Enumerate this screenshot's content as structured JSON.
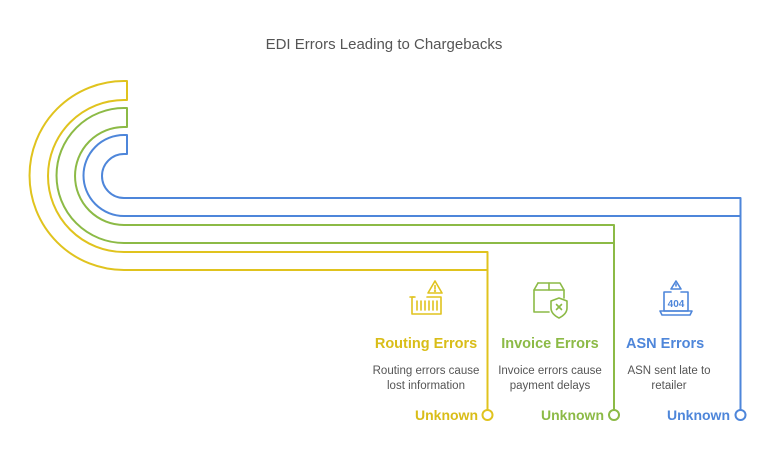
{
  "title": "EDI Errors Leading to Chargebacks",
  "colors": {
    "routing": "#E0C31E",
    "invoice": "#8CBA46",
    "asn": "#4E86DA",
    "text": "#555555"
  },
  "items": [
    {
      "key": "routing",
      "heading": "Routing Errors",
      "description": "Routing errors cause lost information",
      "status": "Unknown",
      "icon": "container-warning-icon"
    },
    {
      "key": "invoice",
      "heading": "Invoice Errors",
      "description": "Invoice errors cause payment delays",
      "status": "Unknown",
      "icon": "package-error-icon"
    },
    {
      "key": "asn",
      "heading": "ASN Errors",
      "description": "ASN sent late to retailer",
      "status": "Unknown",
      "icon": "laptop-404-icon"
    }
  ]
}
